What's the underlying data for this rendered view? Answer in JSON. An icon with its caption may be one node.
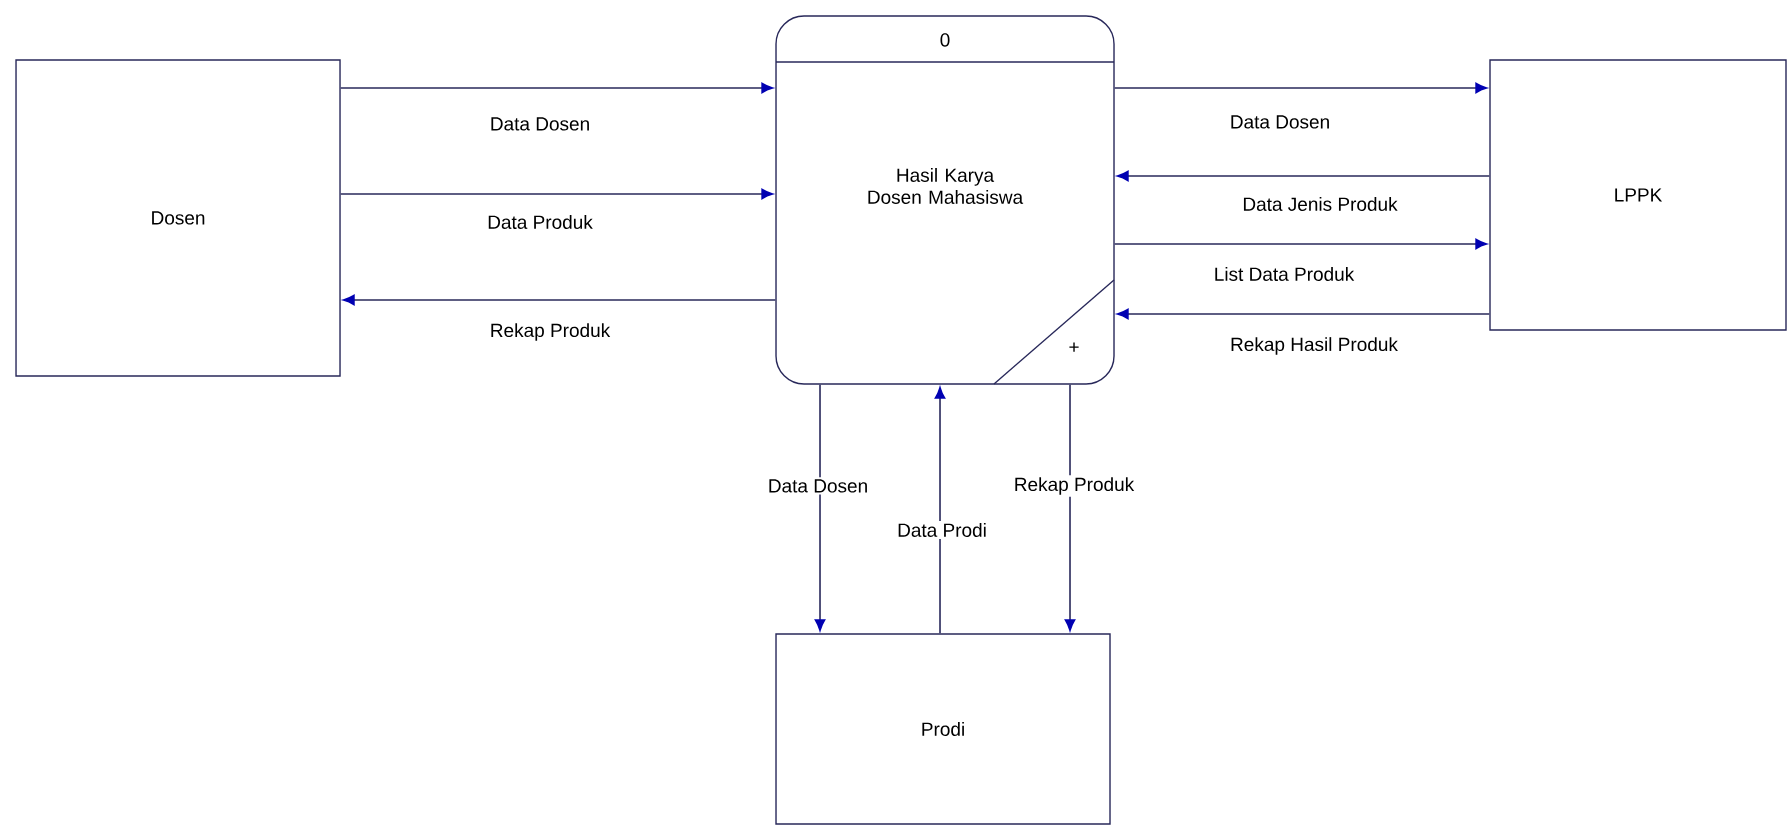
{
  "diagram": {
    "nodes": [
      {
        "text": [
          "Dosen"
        ]
      },
      {
        "text": [
          "0",
          "Hasil Karya Dosen Mahasiswa",
          "+"
        ]
      },
      {
        "text": [
          "LPPK"
        ]
      },
      {
        "text": [
          "Prodi"
        ]
      }
    ],
    "edges": [
      {
        "from": 0,
        "to": 1,
        "arrow": "to",
        "label": "Data Dosen"
      },
      {
        "from": 0,
        "to": 1,
        "arrow": "to",
        "label": "Data Produk"
      },
      {
        "from": 1,
        "to": 0,
        "arrow": "to",
        "label": "Rekap Produk"
      },
      {
        "from": 1,
        "to": 2,
        "arrow": "to",
        "label": "Data Dosen"
      },
      {
        "from": 2,
        "to": 1,
        "arrow": "to",
        "label": "Data Jenis Produk"
      },
      {
        "from": 1,
        "to": 2,
        "arrow": "to",
        "label": "List Data Produk"
      },
      {
        "from": 2,
        "to": 1,
        "arrow": "to",
        "label": "Rekap Hasil Produk"
      },
      {
        "from": 1,
        "to": 3,
        "arrow": "to",
        "label": "Data Dosen"
      },
      {
        "from": 3,
        "to": 1,
        "arrow": "to",
        "label": "Data Prodi"
      },
      {
        "from": 1,
        "to": 3,
        "arrow": "to",
        "label": "Rekap Produk"
      }
    ]
  }
}
